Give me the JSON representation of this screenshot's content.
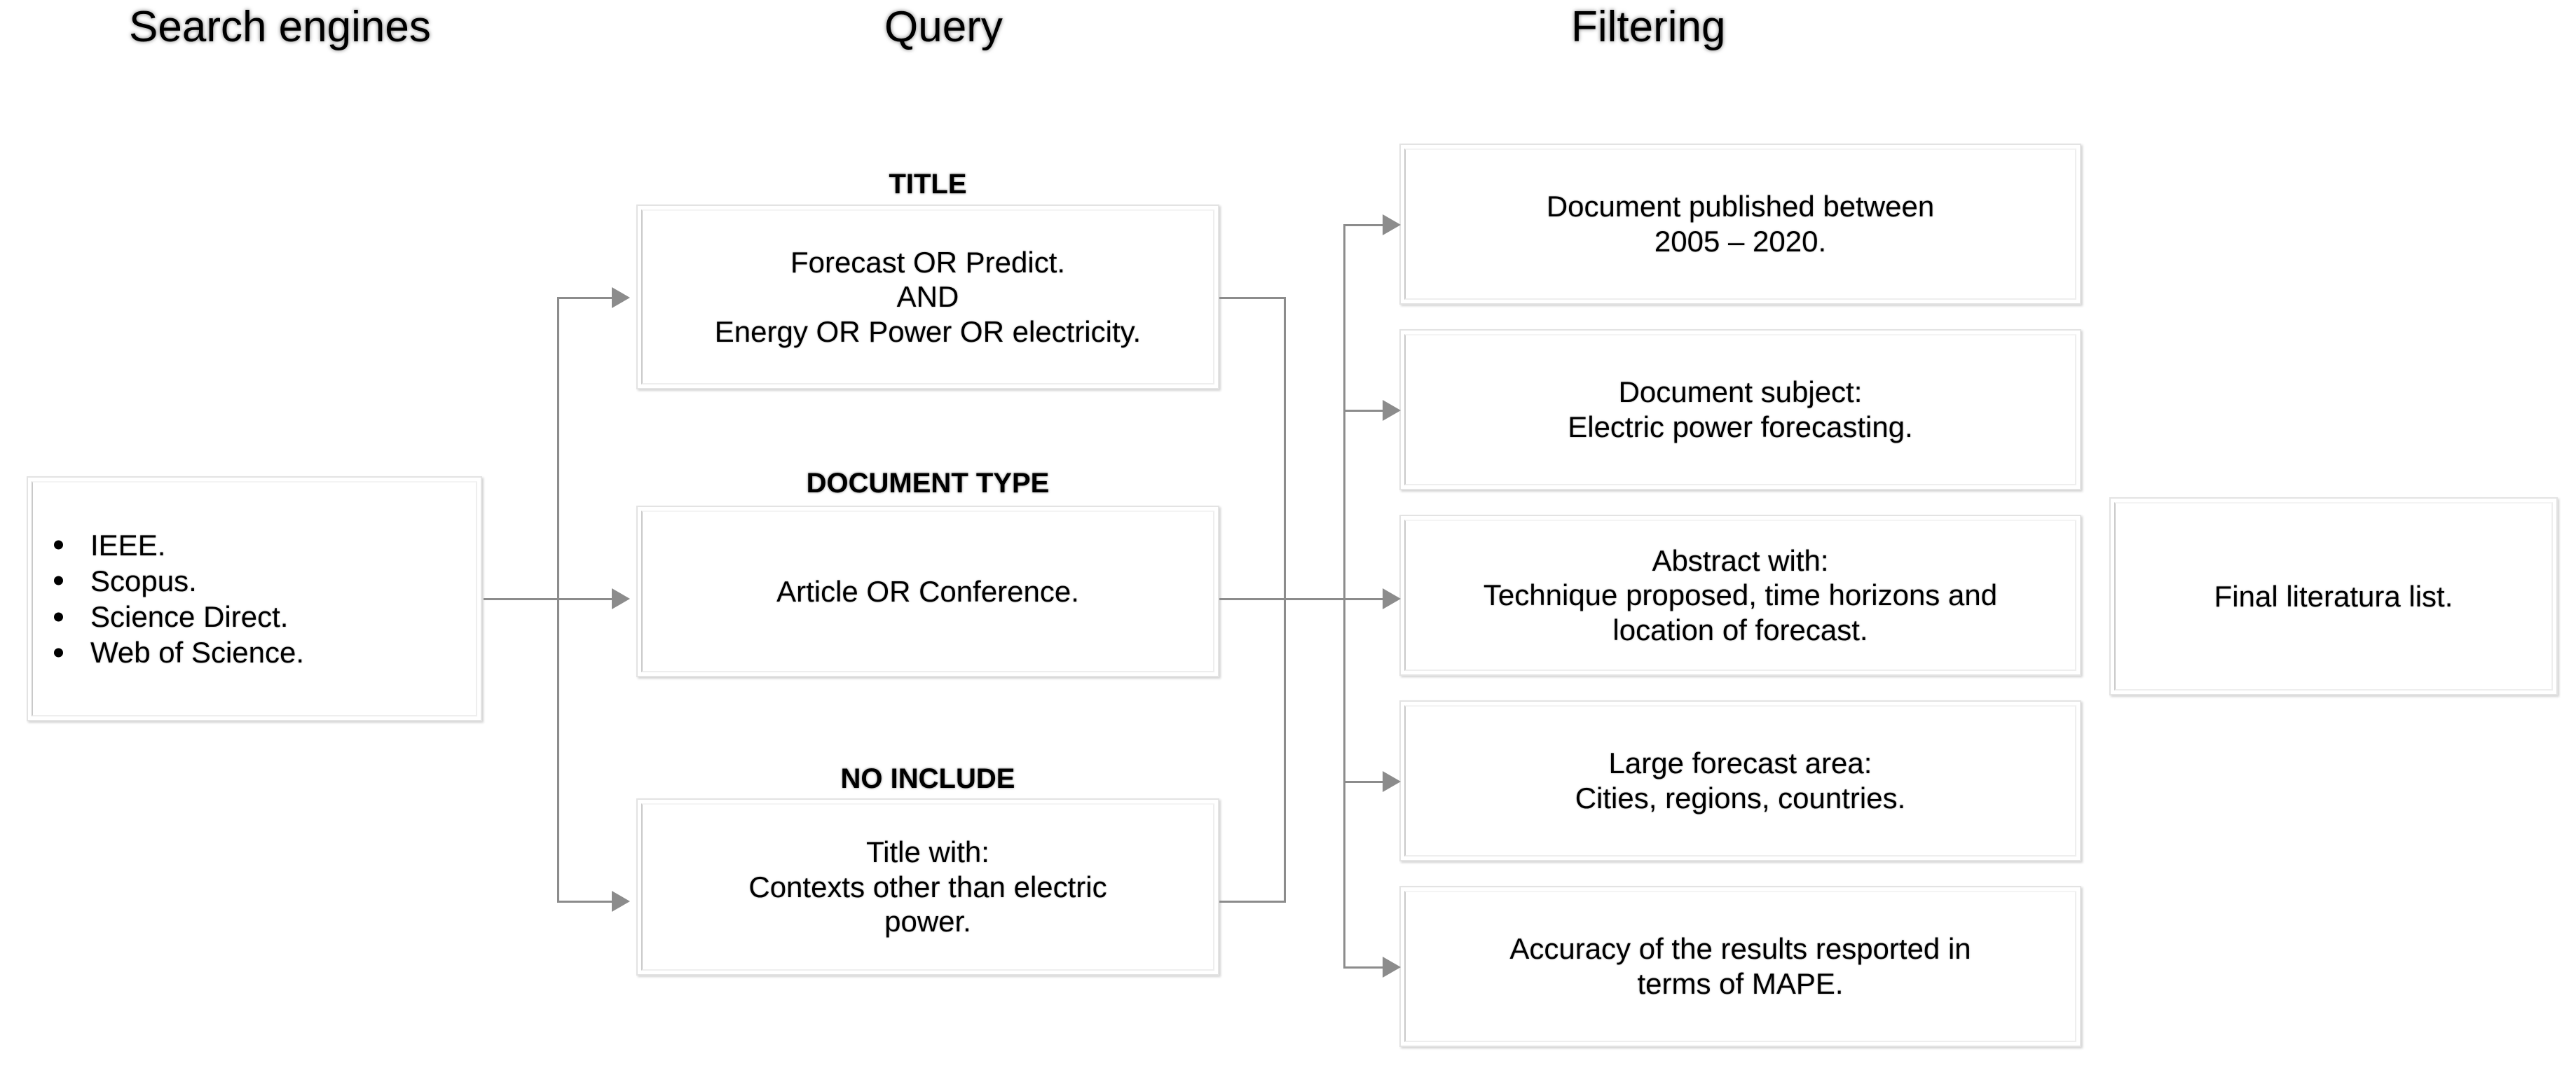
{
  "headings": [
    {
      "id": "search-engines",
      "label": "Search engines"
    },
    {
      "id": "query",
      "label": "Query"
    },
    {
      "id": "filtering",
      "label": "Filtering"
    }
  ],
  "search_engines": {
    "items": [
      "IEEE.",
      "Scopus.",
      "Science Direct.",
      "Web of Science."
    ]
  },
  "query": {
    "groups": [
      {
        "id": "title",
        "label": "TITLE",
        "lines": [
          "Forecast OR Predict.",
          "AND",
          "Energy OR Power OR electricity."
        ]
      },
      {
        "id": "document-type",
        "label": "DOCUMENT TYPE",
        "lines": [
          "Article OR Conference."
        ]
      },
      {
        "id": "no-include",
        "label": "NO INCLUDE",
        "lines": [
          "Title with:",
          "Contexts other than electric",
          "power."
        ]
      }
    ]
  },
  "filtering": {
    "criteria": [
      {
        "id": "publication-date",
        "lines": [
          "Document published between",
          "2005 – 2020."
        ]
      },
      {
        "id": "document-subject",
        "lines": [
          "Document subject:",
          "Electric power forecasting."
        ]
      },
      {
        "id": "abstract-content",
        "lines": [
          "Abstract with:",
          "Technique proposed, time horizons and",
          "location of forecast."
        ]
      },
      {
        "id": "forecast-area",
        "lines": [
          "Large forecast area:",
          "Cities, regions, countries."
        ]
      },
      {
        "id": "accuracy-metric",
        "lines": [
          "Accuracy of the results resported in",
          "terms of MAPE."
        ]
      }
    ]
  },
  "output": {
    "label": "Final literatura list."
  },
  "colors": {
    "connector": "#8c8c8c",
    "box_border": "#e3e3e3",
    "background": "#ffffff",
    "text": "#000000"
  }
}
